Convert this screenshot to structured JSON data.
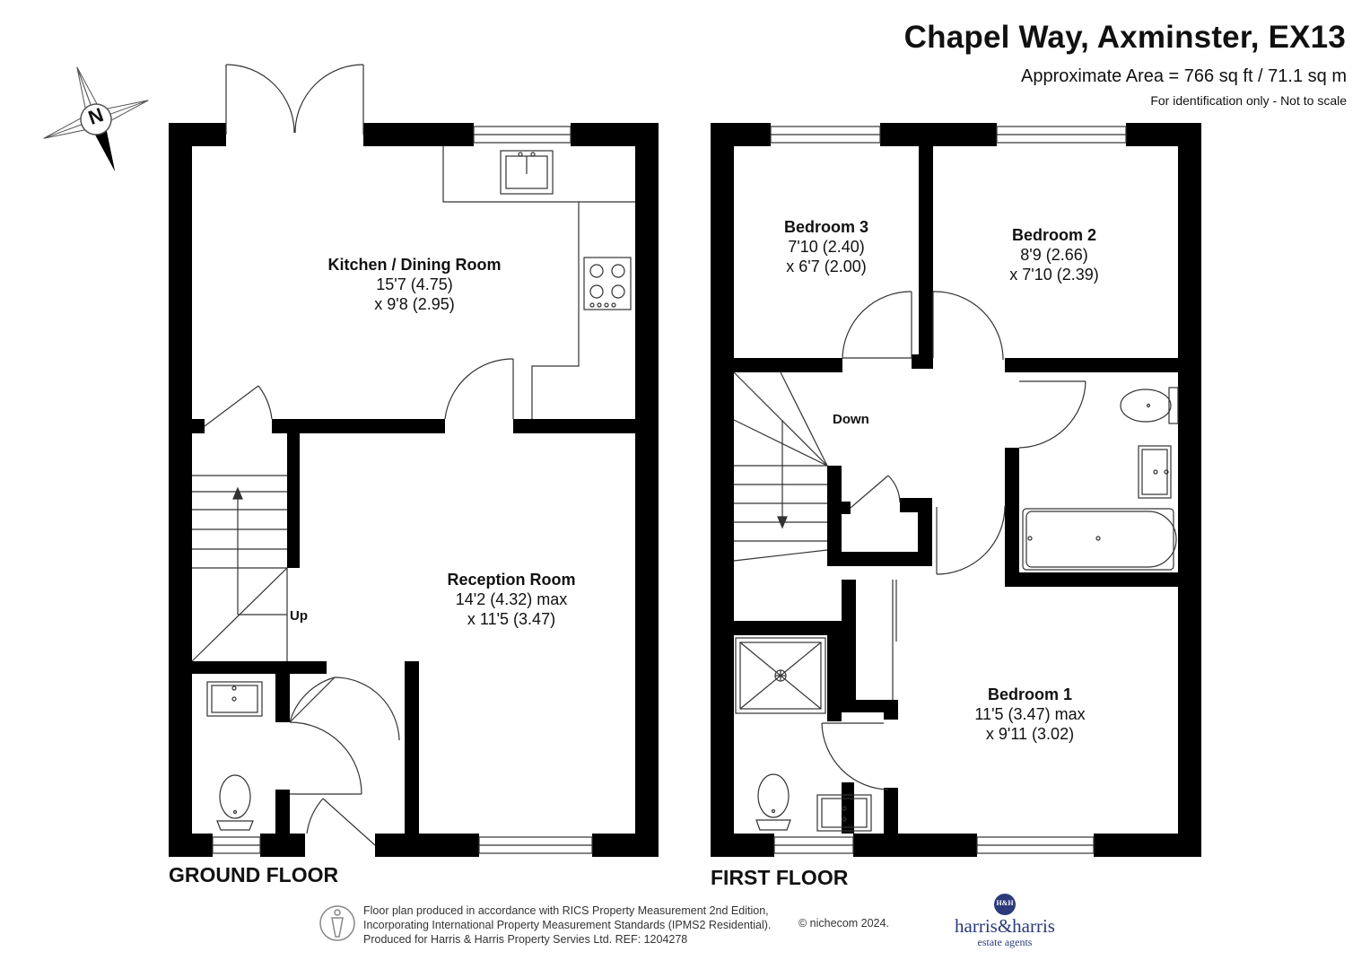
{
  "header": {
    "title": "Chapel Way, Axminster, EX13",
    "area": "Approximate Area = 766 sq ft / 71.1 sq m",
    "note": "For identification only - Not to scale"
  },
  "compass": {
    "letter": "N",
    "icon": "north-arrow-icon"
  },
  "ground_floor": {
    "label": "GROUND FLOOR",
    "rooms": [
      {
        "name": "Kitchen / Dining Room",
        "dim1": "15'7 (4.75)",
        "dim2": "x 9'8 (2.95)"
      },
      {
        "name": "Reception Room",
        "dim1": "14'2 (4.32) max",
        "dim2": "x 11'5 (3.47)"
      }
    ],
    "stairs_label": "Up"
  },
  "first_floor": {
    "label": "FIRST FLOOR",
    "rooms": [
      {
        "name": "Bedroom 3",
        "dim1": "7'10 (2.40)",
        "dim2": "x 6'7 (2.00)"
      },
      {
        "name": "Bedroom 2",
        "dim1": "8'9 (2.66)",
        "dim2": "x 7'10 (2.39)"
      },
      {
        "name": "Bedroom 1",
        "dim1": "11'5 (3.47) max",
        "dim2": "x 9'11 (3.02)"
      }
    ],
    "stairs_label": "Down"
  },
  "footer": {
    "line1": "Floor plan produced in accordance with RICS Property Measurement 2nd Edition,",
    "line2": "Incorporating International Property Measurement Standards (IPMS2 Residential).",
    "line3": "Produced for Harris & Harris Property Servies Ltd.   REF: 1204278",
    "copyright": "© nichecom 2024."
  },
  "brand": {
    "monogram": "H&H",
    "name": "harris&harris",
    "sub": "estate agents",
    "color": "#2b3a7a"
  },
  "colors": {
    "wall": "#000000",
    "fixture": "#555555",
    "background": "#ffffff"
  }
}
